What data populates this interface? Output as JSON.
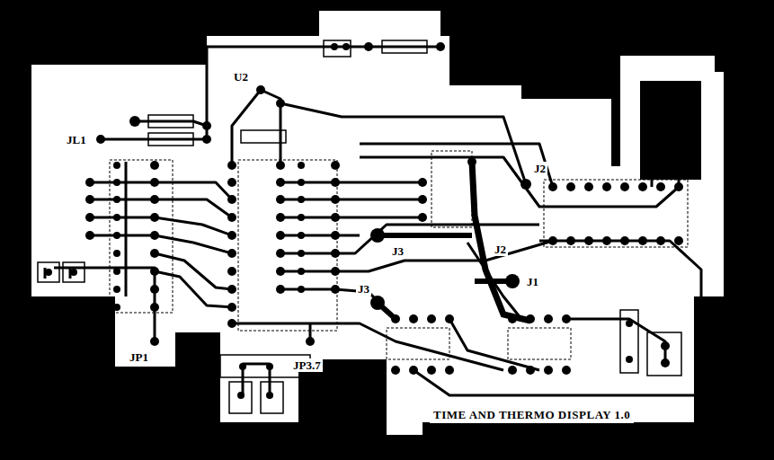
{
  "diagram": {
    "labels": [
      "U2",
      "JL1",
      "J2",
      "J3",
      "J2",
      "J1",
      "J3",
      "JP1",
      "JP3.7",
      "TIME AND THERMO DISPLAY 1.0"
    ]
  }
}
